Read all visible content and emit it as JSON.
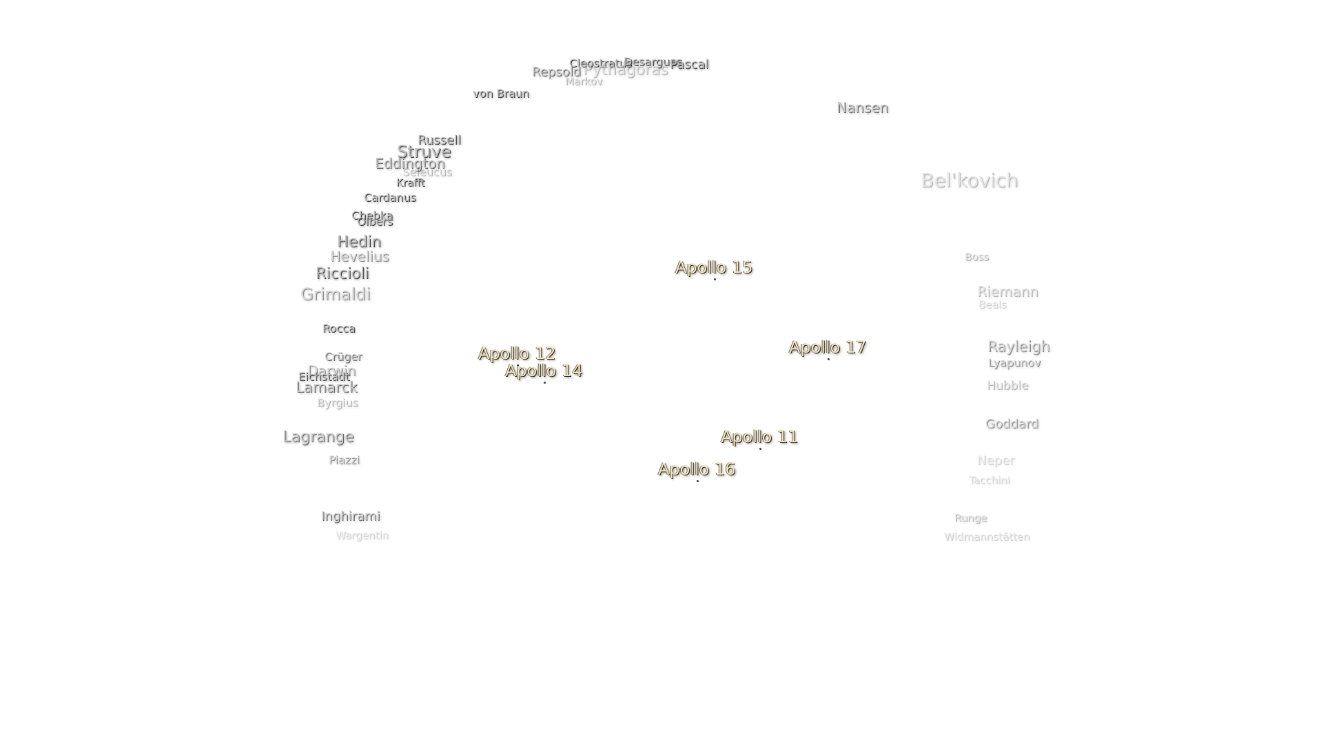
{
  "craters": [
    {
      "id": "cleostratus",
      "label": "Cleostratus"
    },
    {
      "id": "desargues",
      "label": "Desargues"
    },
    {
      "id": "pascal",
      "label": "Pascal"
    },
    {
      "id": "pythagoras",
      "label": "Pythagoras"
    },
    {
      "id": "repsold",
      "label": "Repsold"
    },
    {
      "id": "markov",
      "label": "Markov"
    },
    {
      "id": "von-braun",
      "label": "von Braun"
    },
    {
      "id": "nansen",
      "label": "Nansen"
    },
    {
      "id": "russell",
      "label": "Russell"
    },
    {
      "id": "struve",
      "label": "Struve"
    },
    {
      "id": "eddington",
      "label": "Eddington"
    },
    {
      "id": "seleucus",
      "label": "Seleucus"
    },
    {
      "id": "krafft",
      "label": "Krafft"
    },
    {
      "id": "cardanus",
      "label": "Cardanus"
    },
    {
      "id": "chebka",
      "label": "Chebka"
    },
    {
      "id": "olbers",
      "label": "Olbers"
    },
    {
      "id": "hedin",
      "label": "Hedin"
    },
    {
      "id": "hevelius",
      "label": "Hevelius"
    },
    {
      "id": "riccioli",
      "label": "Riccioli"
    },
    {
      "id": "grimaldi",
      "label": "Grimaldi"
    },
    {
      "id": "rocca",
      "label": "Rocca"
    },
    {
      "id": "cruger",
      "label": "Crüger"
    },
    {
      "id": "darwin",
      "label": "Darwin"
    },
    {
      "id": "eichstadt",
      "label": "Eichstadt"
    },
    {
      "id": "lamarck",
      "label": "Lamarck"
    },
    {
      "id": "byrgius",
      "label": "Byrgius"
    },
    {
      "id": "lagrange",
      "label": "Lagrange"
    },
    {
      "id": "piazzi",
      "label": "Piazzi"
    },
    {
      "id": "inghirami",
      "label": "Inghirami"
    },
    {
      "id": "wargentin",
      "label": "Wargentin"
    },
    {
      "id": "belkovich",
      "label": "Bel'kovich"
    },
    {
      "id": "boss",
      "label": "Boss"
    },
    {
      "id": "riemann",
      "label": "Riemann"
    },
    {
      "id": "beals",
      "label": "Beals"
    },
    {
      "id": "rayleigh",
      "label": "Rayleigh"
    },
    {
      "id": "lyapunov",
      "label": "Lyapunov"
    },
    {
      "id": "hubble",
      "label": "Hubble"
    },
    {
      "id": "goddard",
      "label": "Goddard"
    },
    {
      "id": "neper",
      "label": "Neper"
    },
    {
      "id": "tacchini",
      "label": "Tacchini"
    },
    {
      "id": "runge",
      "label": "Runge"
    },
    {
      "id": "widmanstatten",
      "label": "Widmannstätten"
    }
  ],
  "apollo_sites": [
    {
      "id": "apollo-15",
      "label": "Apollo 15"
    },
    {
      "id": "apollo-12",
      "label": "Apollo 12"
    },
    {
      "id": "apollo-14",
      "label": "Apollo 14"
    },
    {
      "id": "apollo-17",
      "label": "Apollo 17"
    },
    {
      "id": "apollo-11",
      "label": "Apollo 11"
    },
    {
      "id": "apollo-16",
      "label": "Apollo 16"
    }
  ]
}
